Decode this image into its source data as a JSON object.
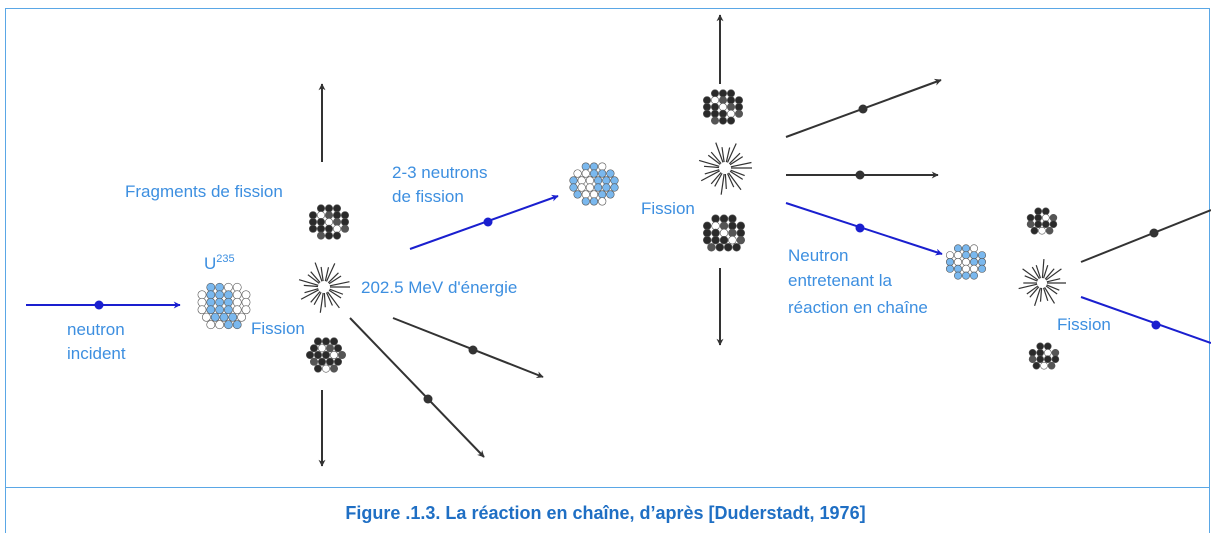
{
  "labels": {
    "fragments": "Fragments de fission",
    "uranium_base": "U",
    "uranium_sup": "235",
    "energy": "202.5 MeV d'énergie",
    "fission_1": "Fission",
    "neutron_incident_1": "neutron",
    "neutron_incident_2": "incident",
    "fission_neutrons_1": "2-3 neutrons",
    "fission_neutrons_2": "de fission",
    "fission_2": "Fission",
    "sustaining_1": "Neutron",
    "sustaining_2": "entretenant la",
    "sustaining_3": "réaction en chaîne",
    "fission_3": "Fission"
  },
  "caption": "Figure .1.3. La réaction en chaîne, d’après [Duderstadt, 1976]",
  "colors": {
    "label_text": "#3d8fe0",
    "caption_text": "#1f6fc4",
    "frame": "#5aa7e6",
    "neutron_blue": "#1a1fcf",
    "dark_arrow": "#333333",
    "nucleus_light": "#7ab8ee",
    "nucleus_dark": "#2a2a2a"
  }
}
